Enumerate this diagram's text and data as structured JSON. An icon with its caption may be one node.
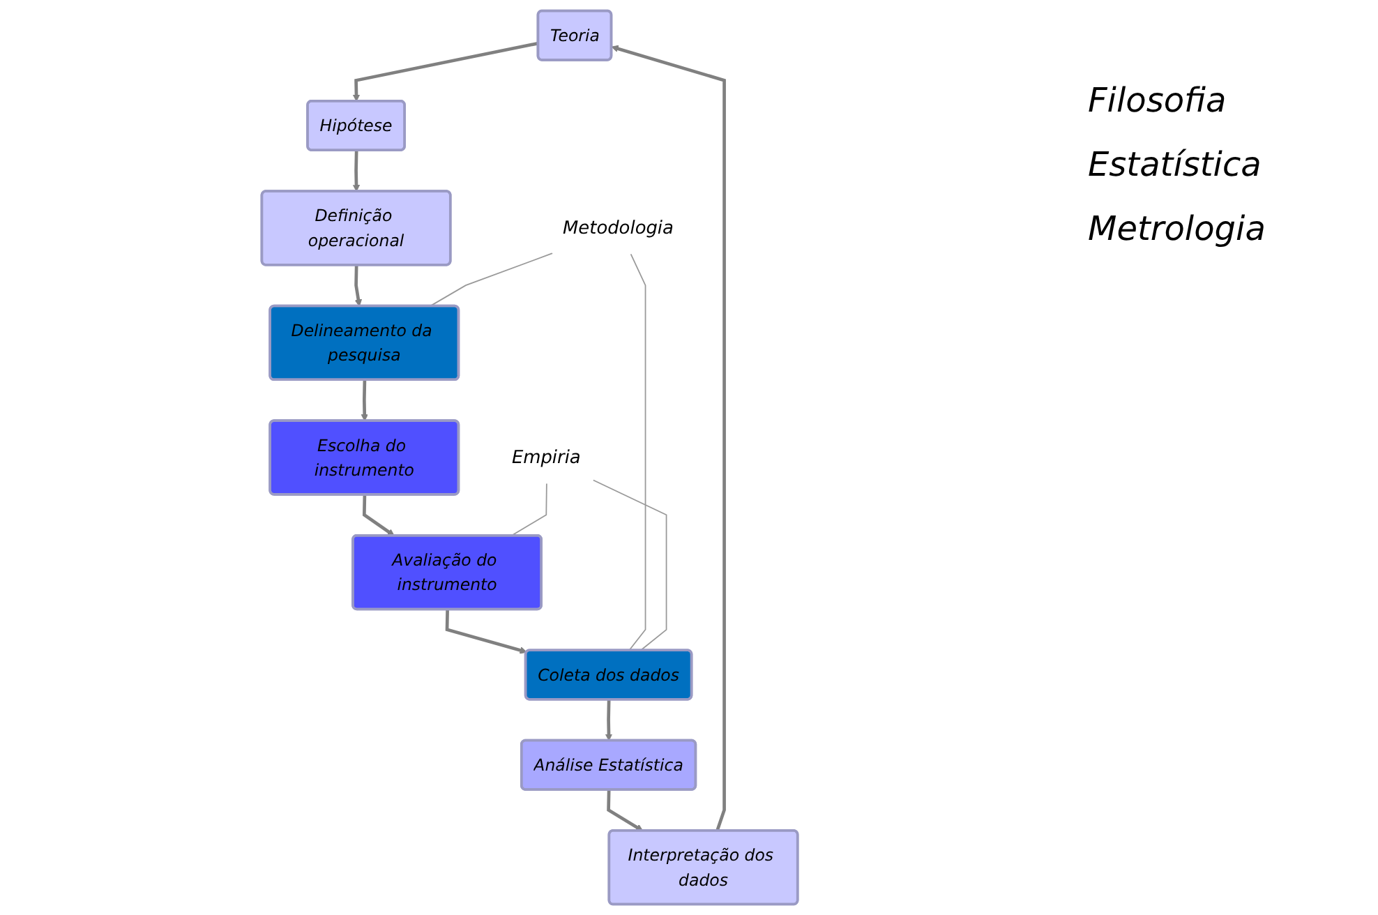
{
  "diagram": {
    "nodes": [
      {
        "text": [
          "Teoria"
        ]
      },
      {
        "text": [
          "Hipótese"
        ]
      },
      {
        "text": [
          "Interpretação dos dados"
        ]
      },
      {
        "text": [
          "Definição operacional"
        ]
      },
      {
        "text": [
          "Análise Estatística"
        ]
      },
      {
        "text": [
          "Metodologia"
        ]
      },
      {
        "text": [
          "Delineamento da pesquisa"
        ]
      },
      {
        "text": [
          "Coleta dos dados"
        ]
      },
      {
        "text": [
          "Escolha do instrumento"
        ]
      },
      {
        "text": [
          "Avaliação do instrumento"
        ]
      },
      {
        "text": [
          "Empiria"
        ]
      }
    ],
    "edges": [
      {
        "from": 0,
        "to": 1,
        "arrow": "to"
      },
      {
        "from": 1,
        "to": 3,
        "arrow": "to"
      },
      {
        "from": 3,
        "to": 6,
        "arrow": "to"
      },
      {
        "from": 6,
        "to": 8,
        "arrow": "to"
      },
      {
        "from": 8,
        "to": 9,
        "arrow": "to"
      },
      {
        "from": 9,
        "to": 7,
        "arrow": "to"
      },
      {
        "from": 7,
        "to": 4,
        "arrow": "to"
      },
      {
        "from": 4,
        "to": 2,
        "arrow": "to"
      },
      {
        "from": 2,
        "to": 0,
        "arrow": "to"
      },
      {
        "from": 5,
        "to": 6,
        "arrow": "none"
      },
      {
        "from": 5,
        "to": 7,
        "arrow": "none"
      },
      {
        "from": 10,
        "to": 7,
        "arrow": "none"
      },
      {
        "from": 10,
        "to": 9,
        "arrow": "none"
      }
    ],
    "labels": [
      "Filosofia",
      "Estatística",
      "Metrologia"
    ]
  }
}
